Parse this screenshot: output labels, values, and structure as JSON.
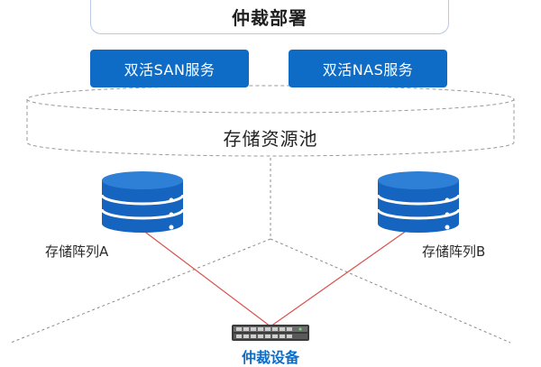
{
  "arbitration": {
    "title": "仲裁部署"
  },
  "services": [
    {
      "label": "双活SAN服务"
    },
    {
      "label": "双活NAS服务"
    }
  ],
  "pool": {
    "label": "存储资源池"
  },
  "arrays": [
    {
      "label": "存储阵列A"
    },
    {
      "label": "存储阵列B"
    }
  ],
  "device": {
    "label": "仲裁设备"
  },
  "colors": {
    "accent_blue": "#0e6cc7",
    "link_red": "#d9534f",
    "dashed_gray": "#8c8c8c",
    "db_blue": "#1565c0"
  },
  "icons": {
    "array_a": "database-icon",
    "array_b": "database-icon",
    "device": "server-rack-icon"
  }
}
